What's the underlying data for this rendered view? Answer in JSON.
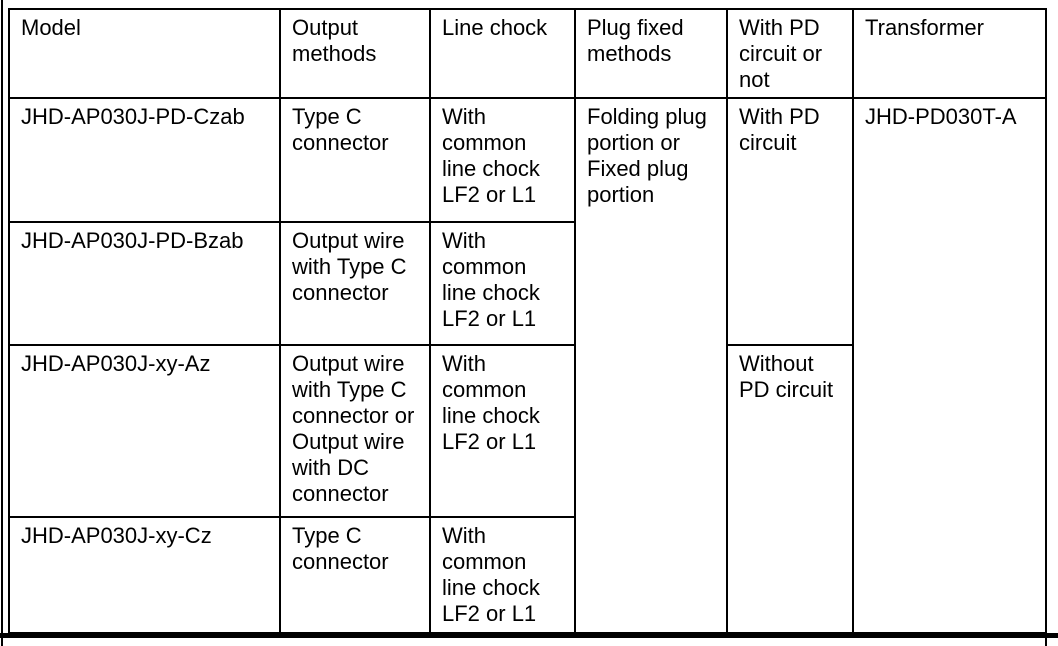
{
  "colors": {
    "background": "#ffffff",
    "border": "#000000",
    "text": "#000000"
  },
  "table": {
    "headers": [
      "Model",
      "Output\nmethods",
      "Line chock",
      "Plug fixed\nmethods",
      "With PD\ncircuit or\nnot",
      "Transformer"
    ],
    "rows": [
      {
        "model": "JHD-AP030J-PD-Czab",
        "output_method": "Type C\nconnector",
        "line_chock": "With\ncommon\nline chock\nLF2 or L1"
      },
      {
        "model": "JHD-AP030J-PD-Bzab",
        "output_method": "Output wire\nwith Type C\nconnector",
        "line_chock": "With\ncommon\nline chock\nLF2 or L1"
      },
      {
        "model": "JHD-AP030J-xy-Az",
        "output_method": "Output wire\nwith Type C\nconnector or\nOutput wire\nwith DC\nconnector",
        "line_chock": "With\ncommon\nline chock\nLF2 or L1"
      },
      {
        "model": "JHD-AP030J-xy-Cz",
        "output_method": "Type C\nconnector",
        "line_chock": "With\ncommon\nline chock\nLF2 or L1"
      }
    ],
    "merged": {
      "plug_fixed_methods": "Folding plug\nportion or\nFixed plug\nportion",
      "with_pd_circuit": "With PD\ncircuit",
      "without_pd_circuit": "Without\nPD circuit",
      "transformer": "JHD-PD030T-A"
    }
  }
}
